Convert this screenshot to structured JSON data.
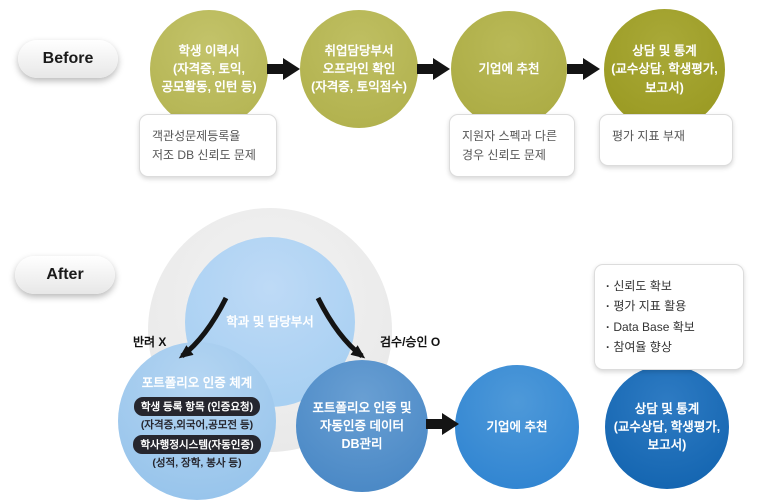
{
  "before": {
    "label": "Before",
    "steps": [
      {
        "lines": [
          "학생 이력서",
          "(자격증, 토익,",
          "공모활동, 인턴 등)"
        ]
      },
      {
        "lines": [
          "취업담당부서",
          "오프라인 확인",
          "(자격증, 토익점수)"
        ]
      },
      {
        "lines": [
          "기업에 추천"
        ]
      },
      {
        "lines": [
          "상담 및 통계",
          "(교수상담, 학생평가,",
          "보고서)"
        ]
      }
    ],
    "notes": [
      {
        "lines": [
          "객관성문제등록율",
          "저조 DB 신뢰도 문제"
        ]
      },
      {
        "lines": [
          "지원자 스펙과 다른",
          "경우 신뢰도 문제"
        ]
      },
      {
        "lines": [
          "평가 지표 부재"
        ]
      }
    ]
  },
  "after": {
    "label": "After",
    "hub_label": "학과 및 담당부서",
    "reject_label": "반려 X",
    "approve_label": "검수/승인 O",
    "portfolio": {
      "title": "포트폴리오 인증 체계",
      "item1_title": "학생 등록 항목 (인증요청)",
      "item1_sub": "(자격증,외국어,공모전 등)",
      "item2_title": "학사행정시스템(자동인증)",
      "item2_sub": "(성적, 장학, 봉사 등)"
    },
    "db_lines": [
      "포트폴리오 인증 및",
      "자동인증 데이터",
      "DB관리"
    ],
    "recommend_label": "기업에 추천",
    "stats_lines": [
      "상담 및 통계",
      "(교수상담, 학생평가,",
      "보고서)"
    ],
    "benefits": [
      "신뢰도 확보",
      "평가 지표 활용",
      "Data Base 확보",
      "참여율 향상"
    ]
  },
  "colors": {
    "before_step_light": "#b2b24f",
    "before_step_dark": "#97971e",
    "hub_blue": "#a2cdf1",
    "portfolio_blue": "#92c1ea",
    "db_blue": "#4484c3",
    "recommend_blue": "#2b81d0",
    "stats_blue": "#0f61ad",
    "arrow_black": "#141414",
    "note_text": "#555555"
  }
}
